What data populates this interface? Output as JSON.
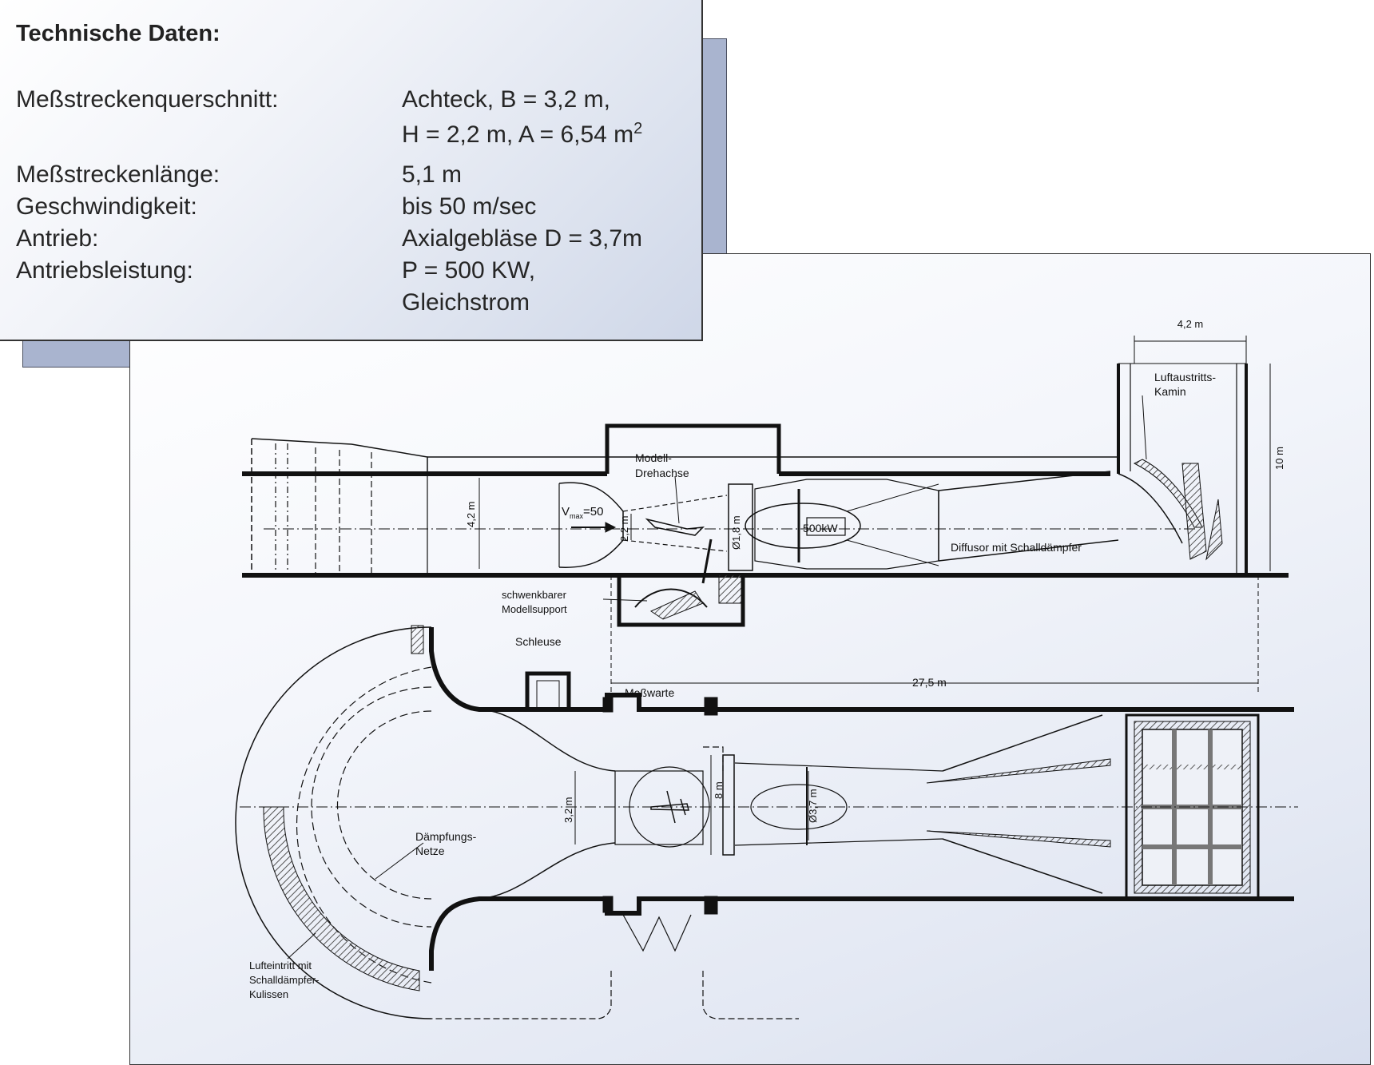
{
  "specs": {
    "title": "Technische Daten:",
    "rows": [
      {
        "label": "Meßstreckenquerschnitt:",
        "value": "Achteck, B = 3,2 m,",
        "value2": "H = 2,2 m, A = 6,54 m",
        "sup": "2"
      },
      {
        "label": "Meßstreckenlänge:",
        "value": "5,1 m"
      },
      {
        "label": "Geschwindigkeit:",
        "value": "bis 50 m/sec"
      },
      {
        "label": "Antrieb:",
        "value": "Axialgebläse  D = 3,7m"
      },
      {
        "label": "Antriebsleistung:",
        "value": "P = 500 KW,",
        "value2": "Gleichstrom"
      }
    ]
  },
  "diagram": {
    "labels": {
      "outlet_width": "4,2 m",
      "outlet_name_1": "Luftaustritts-",
      "outlet_name_2": "Kamin",
      "outlet_height": "10 m",
      "model_axis_1": "Modell-",
      "model_axis_2": "Drehachse",
      "vmax": "V",
      "vmax_sub": "max",
      "vmax_val": "=50",
      "height_tunnel": "4,2 m",
      "height_test": "2,2 m",
      "fan_diameter_side": "Ø1,8 m",
      "power": "500kW",
      "diffusor": "Diffusor mit Schalldämpfer",
      "support_1": "schwenkbarer",
      "support_2": "Modellsupport",
      "lock": "Schleuse",
      "control_room": "Meßwarte",
      "total_length": "27,5 m",
      "width_test": "3,2 m",
      "width_fan_section": "8 m",
      "fan_diameter_top": "Ø3,7 m",
      "screens_1": "Dämpfungs-",
      "screens_2": "Netze",
      "inlet_1": "Lufteintritt mit",
      "inlet_2": "Schalldämpfer-",
      "inlet_3": "Kulissen"
    }
  },
  "colors": {
    "ink": "#111111",
    "panel_shadow": "#a9b4cf",
    "card_tint": "#dde3ef",
    "hatch": "#555555"
  }
}
